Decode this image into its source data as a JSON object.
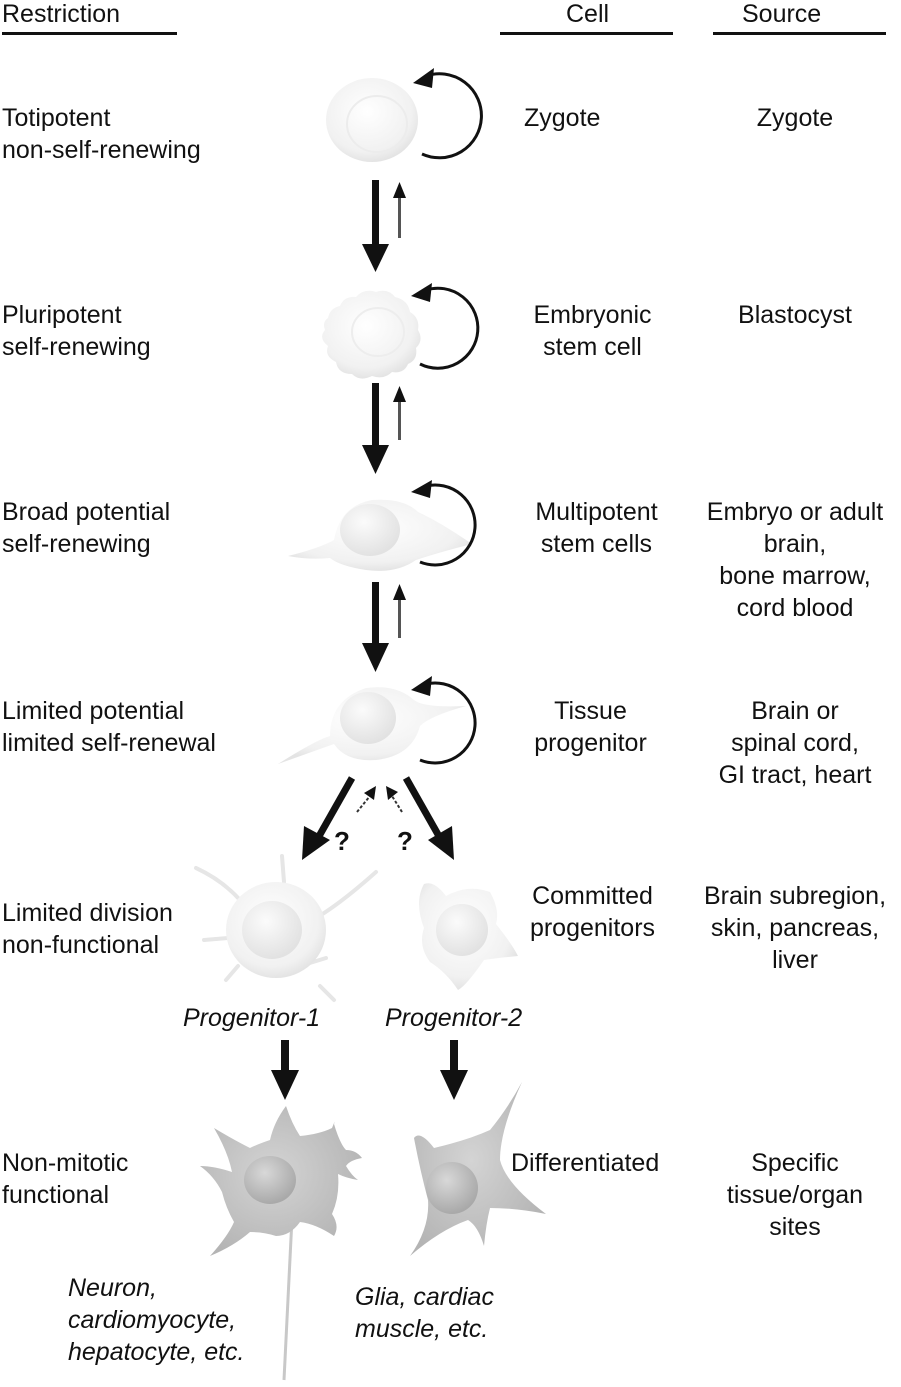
{
  "headers": {
    "restriction": "Restriction",
    "cell": "Cell",
    "source": "Source"
  },
  "rows": [
    {
      "restriction": [
        "Totipotent",
        "non-self-renewing"
      ],
      "cell": [
        "Zygote"
      ],
      "source": [
        "Zygote"
      ]
    },
    {
      "restriction": [
        "Pluripotent",
        "self-renewing"
      ],
      "cell": [
        "Embryonic",
        "stem cell"
      ],
      "source": [
        "Blastocyst"
      ]
    },
    {
      "restriction": [
        "Broad potential",
        "self-renewing"
      ],
      "cell": [
        "Multipotent",
        "stem cells"
      ],
      "source": [
        "Embryo or adult",
        "brain,",
        "bone marrow,",
        "cord blood"
      ]
    },
    {
      "restriction": [
        "Limited potential",
        "limited self-renewal"
      ],
      "cell": [
        "Tissue",
        "progenitor"
      ],
      "source": [
        "Brain or",
        "spinal cord,",
        "GI tract, heart"
      ]
    },
    {
      "restriction": [
        "Limited division",
        "non-functional"
      ],
      "cell": [
        "Committed",
        "progenitors"
      ],
      "source": [
        "Brain subregion,",
        "skin, pancreas,",
        "liver"
      ]
    },
    {
      "restriction": [
        "Non-mitotic",
        "functional"
      ],
      "cell": [
        "Differentiated"
      ],
      "source": [
        "Specific",
        "tissue/organ",
        "sites"
      ]
    }
  ],
  "progenitor_labels": [
    "Progenitor-1",
    "Progenitor-2"
  ],
  "question_marks": [
    "?",
    "?"
  ],
  "final_cell_labels": [
    [
      "Neuron,",
      "cardiomyocyte,",
      "hepatocyte, etc."
    ],
    [
      "Glia, cardiac",
      "muscle, etc."
    ]
  ]
}
